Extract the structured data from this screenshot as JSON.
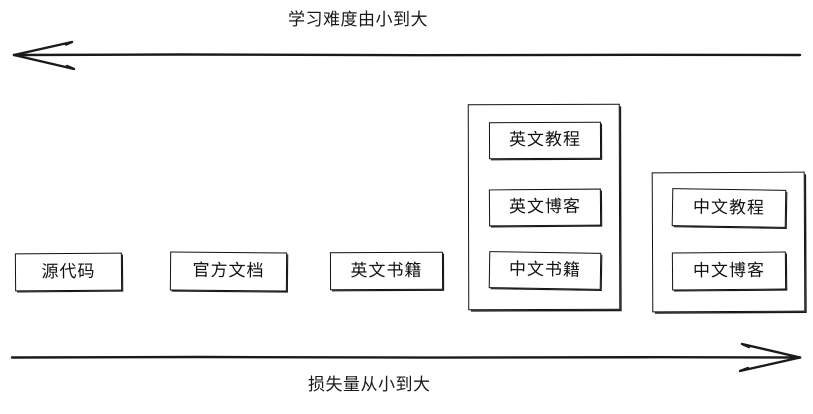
{
  "diagram": {
    "top_axis": {
      "label": "学习难度由小到大",
      "direction": "left",
      "arrow_icon": "arrow-left-icon"
    },
    "bottom_axis": {
      "label": "损失量从小到大",
      "direction": "right",
      "arrow_icon": "arrow-right-icon"
    },
    "standalone_nodes": [
      {
        "label": "源代码"
      },
      {
        "label": "官方文档"
      },
      {
        "label": "英文书籍"
      }
    ],
    "groups": [
      {
        "name": "group-english-mixed",
        "items": [
          {
            "label": "英文教程"
          },
          {
            "label": "英文博客"
          },
          {
            "label": "中文书籍"
          }
        ]
      },
      {
        "name": "group-chinese",
        "items": [
          {
            "label": "中文教程"
          },
          {
            "label": "中文博客"
          }
        ]
      }
    ],
    "colors": {
      "stroke": "#111111",
      "background": "#ffffff",
      "text": "#1a1a1a"
    }
  }
}
